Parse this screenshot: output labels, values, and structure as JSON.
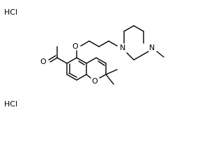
{
  "structure": {
    "salt_top": "HCl",
    "salt_bottom": "HCl",
    "atoms": {
      "carbonyl_oxygen": "O",
      "ether_oxygen": "O",
      "ring_oxygen": "O",
      "piperazine_n1": "N",
      "piperazine_n4": "N"
    }
  },
  "colors": {
    "bond": "#000000",
    "background": "#ffffff"
  }
}
